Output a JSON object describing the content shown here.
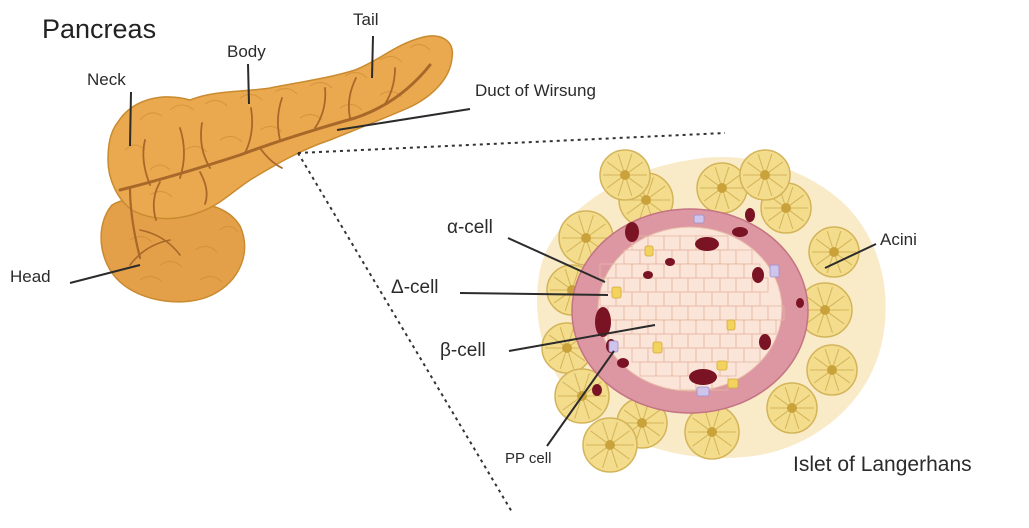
{
  "title": "Pancreas",
  "labels": {
    "tail": "Tail",
    "body": "Body",
    "neck": "Neck",
    "duct": "Duct of Wirsung",
    "head": "Head",
    "alpha": "α-cell",
    "delta": "Δ-cell",
    "beta": "β-cell",
    "pp": "PP cell",
    "acini": "Acini",
    "islet": "Islet of Langerhans"
  },
  "colors": {
    "pancreas": "#e8a84e",
    "pancreas_shadow": "#c98a30",
    "duct": "#a8682a",
    "acinar": "#f3dc8c",
    "acinar_center": "#c9a23c",
    "halo": "#f9ebc8",
    "islet_ring": "#dc97a2",
    "beta_cell": "#fbe4d8",
    "alpha_cell": "#7a1323",
    "delta_cell": "#f2d35e",
    "pp_cell": "#cfc4ec"
  }
}
